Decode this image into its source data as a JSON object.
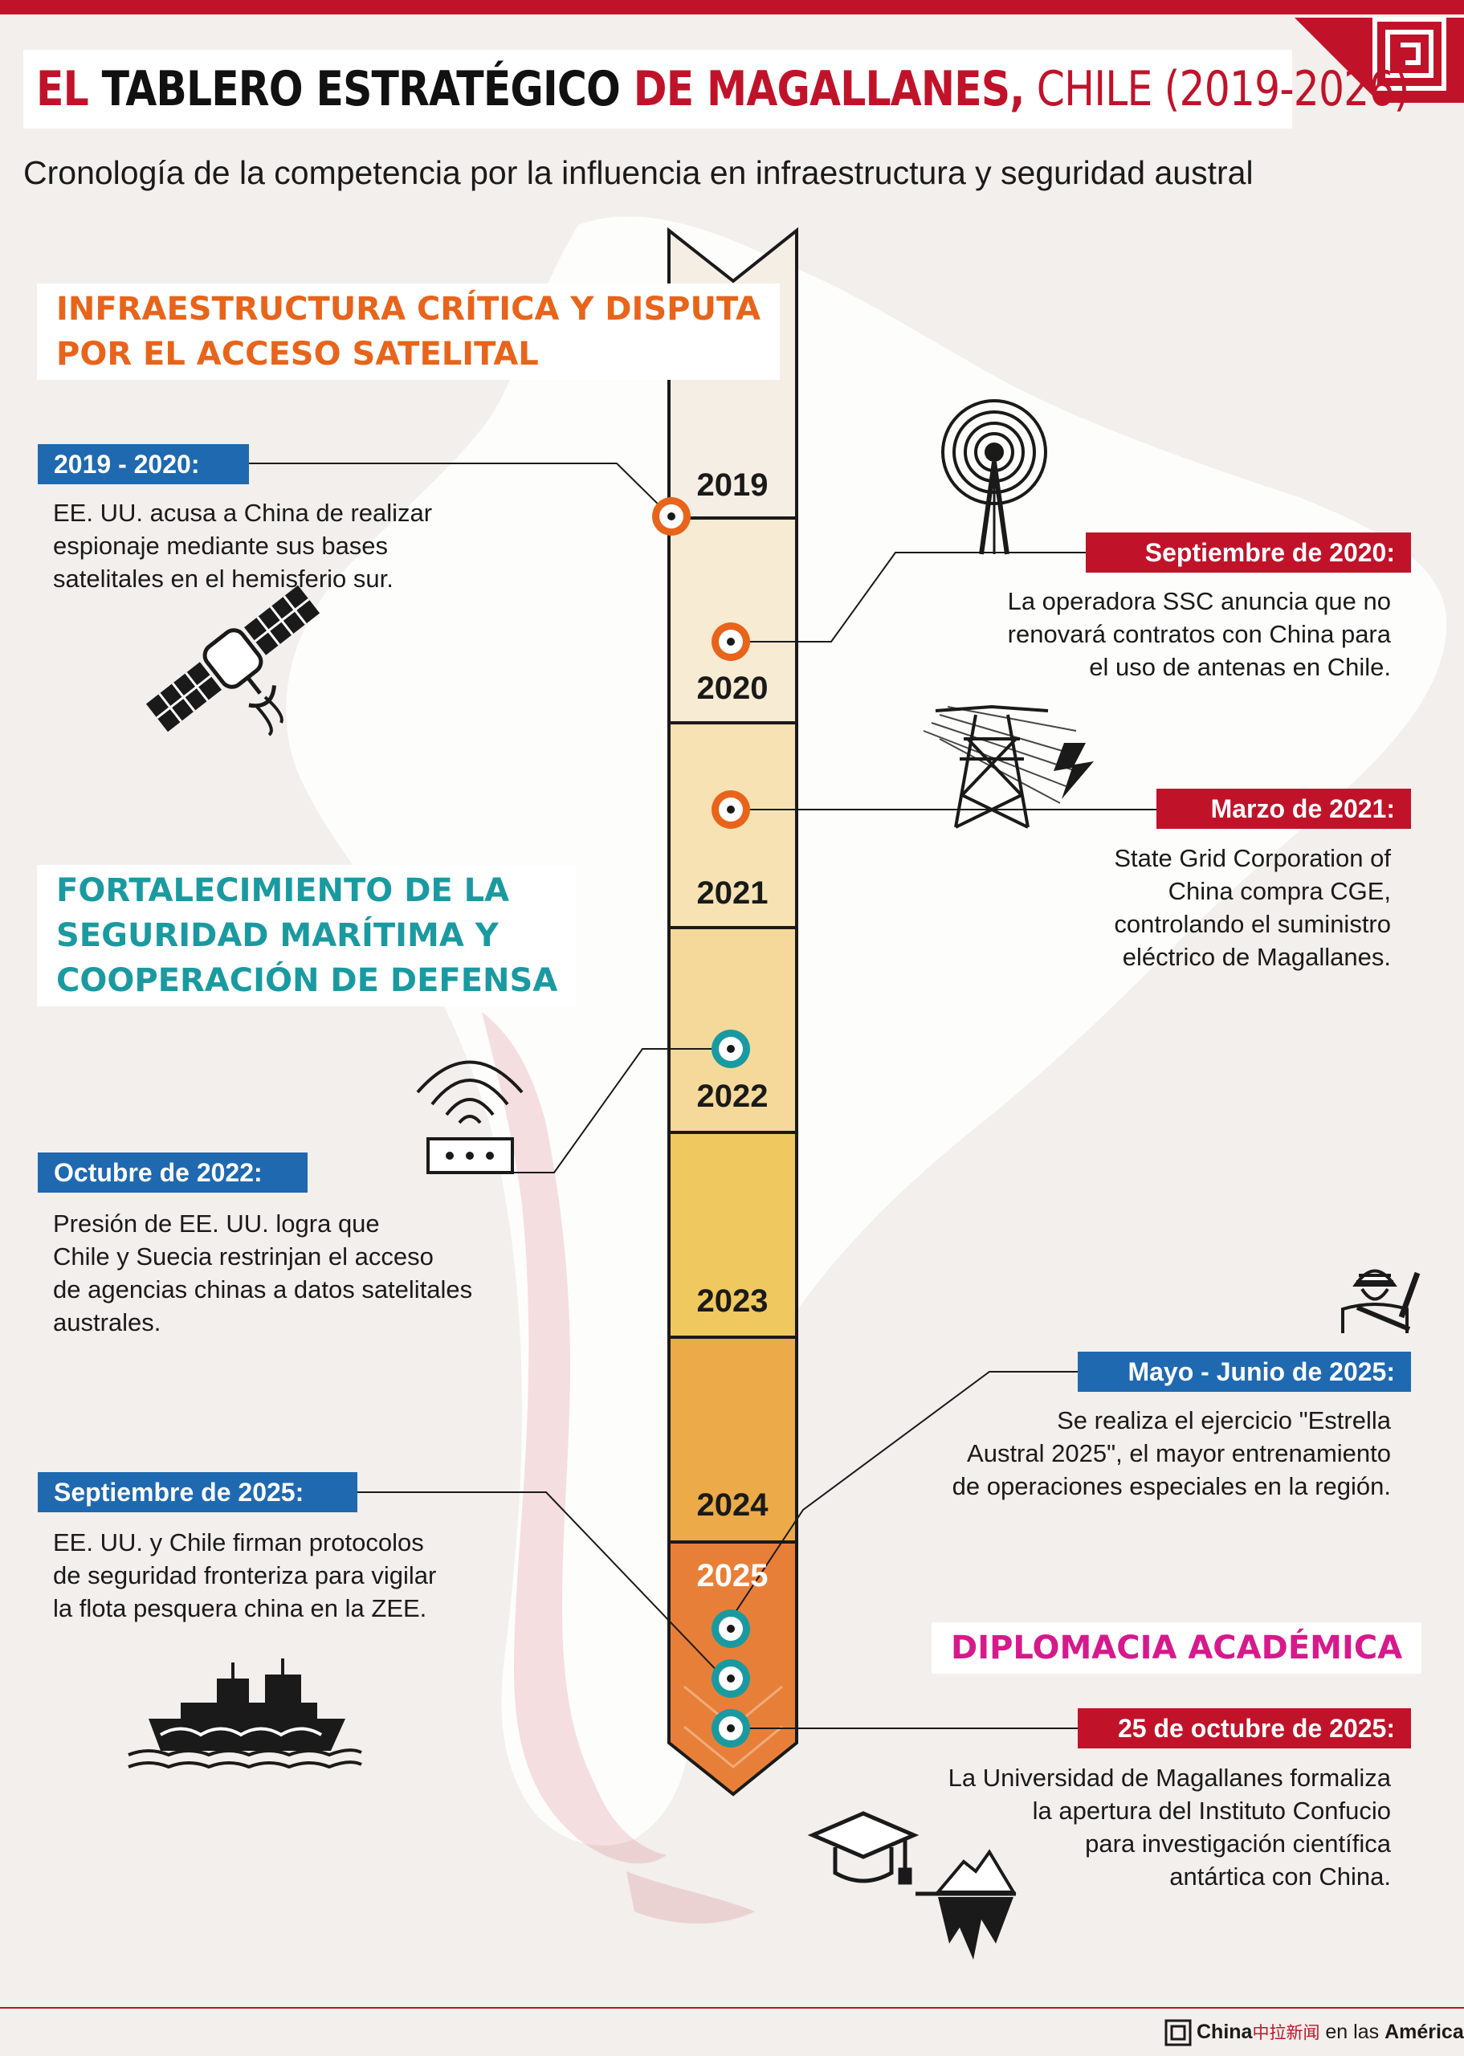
{
  "title": {
    "part1": "EL ",
    "part2": "TABLERO ESTRATÉGICO ",
    "part3": "DE MAGALLANES,",
    "part4": " CHILE (2019-2026)"
  },
  "subtitle": "Cronología de la competencia por la influencia en infraestructura y seguridad austral",
  "sections": {
    "infraestructura": [
      "INFRAESTRUCTURA CRÍTICA Y DISPUTA",
      "POR EL ACCESO SATELITAL"
    ],
    "seguridad": [
      "FORTALECIMIENTO DE LA",
      "SEGURIDAD MARÍTIMA Y",
      "COOPERACIÓN DE DEFENSA"
    ],
    "diplomacia": "DIPLOMACIA ACADÉMICA"
  },
  "years": [
    "2019",
    "2020",
    "2021",
    "2022",
    "2023",
    "2024",
    "2025"
  ],
  "events": [
    {
      "label": "2019 - 2020:",
      "lines": [
        "EE. UU. acusa a China de realizar",
        "espionaje mediante sus bases",
        "satelitales en el hemisferio sur."
      ]
    },
    {
      "label": "Septiembre de 2020:",
      "lines": [
        "La operadora SSC anuncia que no",
        "renovará contratos con China para",
        "el uso de antenas en Chile."
      ]
    },
    {
      "label": "Marzo de 2021:",
      "lines": [
        "State Grid Corporation of",
        "China compra CGE,",
        "controlando el suministro",
        "eléctrico de Magallanes."
      ]
    },
    {
      "label": "Octubre de 2022:",
      "lines": [
        "Presión de EE. UU. logra que",
        "Chile y Suecia restrinjan el acceso",
        "de agencias chinas a datos satelitales",
        "australes."
      ]
    },
    {
      "label": "Mayo - Junio de 2025:",
      "lines": [
        "Se realiza el ejercicio \"Estrella",
        "Austral 2025\", el mayor entrenamiento",
        "de operaciones especiales en la región."
      ]
    },
    {
      "label": "Septiembre de 2025:",
      "lines": [
        "EE. UU. y Chile firman protocolos",
        "de seguridad fronteriza para vigilar",
        "la flota pesquera china en la ZEE."
      ]
    },
    {
      "label": "25 de octubre de 2025:",
      "lines": [
        "La Universidad de Magallanes formaliza",
        "la apertura del Instituto Confucio",
        "para investigación científica",
        "antártica con China."
      ]
    }
  ],
  "footer": {
    "brand": "China",
    "cjk": "中拉新闻",
    "rest": " en las ",
    "bold": "Américas"
  },
  "colors": {
    "red": "#c0132a",
    "blue": "#1f69b0",
    "orange": "#e8641b",
    "teal": "#1a9aa0",
    "magenta": "#d6198c",
    "timeline": [
      "#f5eee4",
      "#f7ecd3",
      "#f7e2b4",
      "#f4d99a",
      "#f0c860",
      "#ecaa48",
      "#e87f38"
    ]
  },
  "icons": [
    "satellite-icon",
    "antenna-icon",
    "power-tower-icon",
    "lightning-icon",
    "router-icon",
    "soldier-icon",
    "ship-icon",
    "graduation-cap-icon",
    "iceberg-icon",
    "logo-icon"
  ]
}
